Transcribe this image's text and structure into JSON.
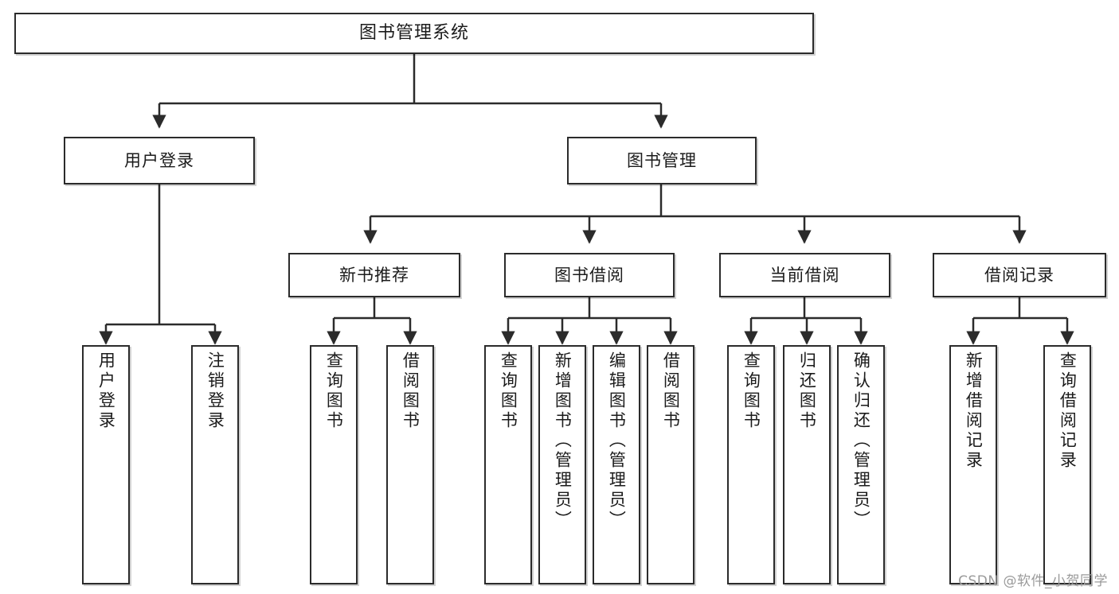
{
  "diagram": {
    "title": "图书管理系统",
    "watermark": "CSDN @软件_小贺同学",
    "colors": {
      "node_border": "#2b2b2b",
      "node_fill": "#ffffff",
      "edge": "#2b2b2b",
      "text": "#1b1b1b",
      "watermark": "#9a9a9a",
      "background": "#ffffff"
    }
  },
  "nodes": {
    "root": {
      "label": "图书管理系统"
    },
    "level2": [
      {
        "label": "用户登录"
      },
      {
        "label": "图书管理"
      }
    ],
    "level3": [
      {
        "label": "新书推荐"
      },
      {
        "label": "图书借阅"
      },
      {
        "label": "当前借阅"
      },
      {
        "label": "借阅记录"
      }
    ],
    "leaves": {
      "user_login": [
        {
          "label": "用户登录"
        },
        {
          "label": "注销登录"
        }
      ],
      "new_book_recommend": [
        {
          "label": "查询图书"
        },
        {
          "label": "借阅图书"
        }
      ],
      "book_borrow": [
        {
          "label": "查询图书"
        },
        {
          "label": "新增图书（管理员）"
        },
        {
          "label": "编辑图书（管理员）"
        },
        {
          "label": "借阅图书"
        }
      ],
      "current_borrow": [
        {
          "label": "查询图书"
        },
        {
          "label": "归还图书"
        },
        {
          "label": "确认归还（管理员）"
        }
      ],
      "borrow_record": [
        {
          "label": "新增借阅记录"
        },
        {
          "label": "查询借阅记录"
        }
      ]
    }
  }
}
